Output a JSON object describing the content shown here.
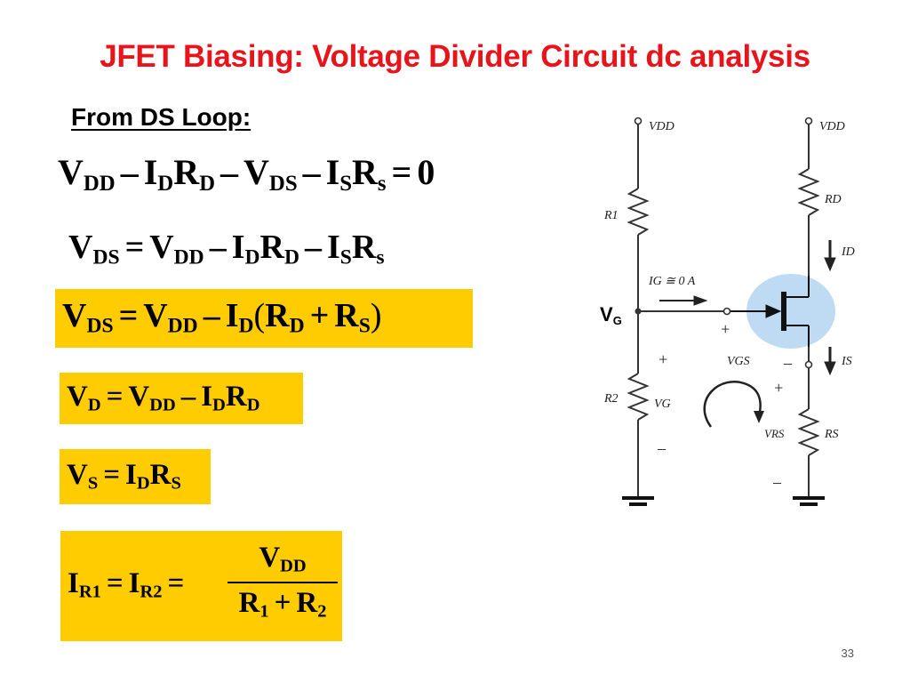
{
  "slide": {
    "title": "JFET Biasing: Voltage Divider Circuit dc analysis",
    "subtitle": "From DS Loop:",
    "page_number": "33",
    "highlight_color": "#fecc00",
    "title_color": "#e8141b"
  },
  "equations": {
    "eq1": {
      "text": "VDD − IDRD − VDS − ISRs = 0"
    },
    "eq2": {
      "text": "VDS = VDD − IDRD − ISRs"
    },
    "eq3": {
      "text": "VDS = VDD − ID(RD + RS)"
    },
    "eq4": {
      "text": "VD = VDD − IDRD"
    },
    "eq5": {
      "text": "VS = IDRS"
    },
    "eq6": {
      "text": "IR1 = IR2 = VDD / (R1 + R2)"
    }
  },
  "circuit": {
    "vdd_left": "VDD",
    "vdd_right": "VDD",
    "r1": "R1",
    "r2": "R2",
    "rd": "RD",
    "rs": "RS",
    "id": "ID",
    "is": "IS",
    "ig": "IG ≅ 0 A",
    "vgs": "VGS",
    "vg_label": "VG",
    "vg_node_label": "VG",
    "vrs": "VRS",
    "plus": "+",
    "minus": "–"
  }
}
